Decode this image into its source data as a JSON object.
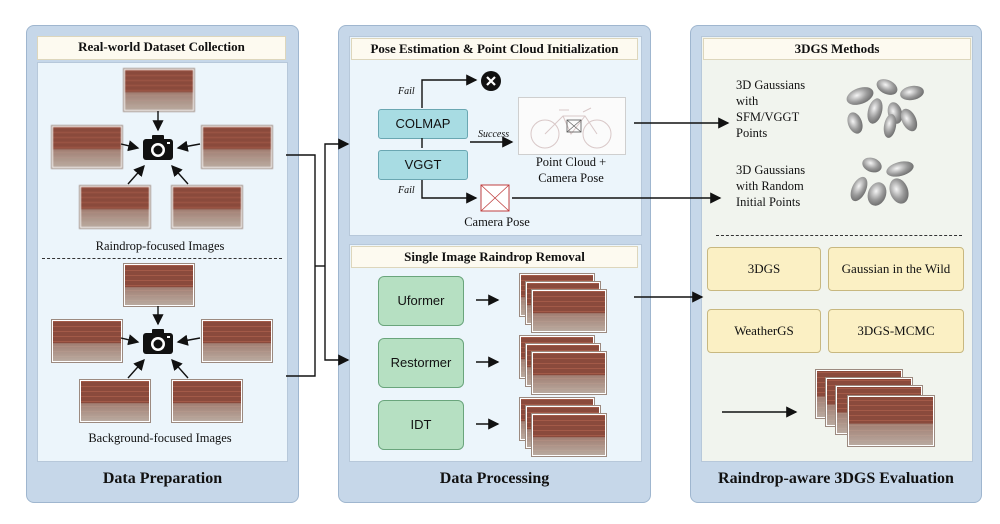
{
  "panels": {
    "left": {
      "header": "Real-world Dataset Collection",
      "caption_top": "Raindrop-focused Images",
      "caption_bottom": "Background-focused Images",
      "footer": "Data Preparation"
    },
    "middle": {
      "header_top": "Pose Estimation & Point Cloud Initialization",
      "fail_top": "Fail",
      "colmap": "COLMAP",
      "success": "Success",
      "vggt": "VGGT",
      "fail_bottom": "Fail",
      "pointcloud_caption": "Point Cloud +\nCamera Pose",
      "camera_pose_caption": "Camera Pose",
      "header_bottom": "Single Image Raindrop Removal",
      "methods": [
        "Uformer",
        "Restormer",
        "IDT"
      ],
      "footer": "Data Processing"
    },
    "right": {
      "header": "3DGS Methods",
      "gaussians_sfm": "3D Gaussians\nwith\nSFM/VGGT\nPoints",
      "gaussians_random": "3D Gaussians\nwith Random\nInitial Points",
      "methods": [
        "3DGS",
        "Gaussian in the Wild",
        "WeatherGS",
        "3DGS-MCMC"
      ],
      "footer": "Raindrop-aware 3DGS Evaluation"
    }
  },
  "colors": {
    "panel": "#c6d7e9",
    "inner": "#ecf5fb",
    "header": "#fdfaf0",
    "teal_box": "#a8dce3",
    "green_box": "#b6e0c2",
    "cream_box": "#fbf0c4"
  },
  "icons": [
    "camera-icon",
    "fail-x-icon",
    "camera-pose-icon"
  ]
}
